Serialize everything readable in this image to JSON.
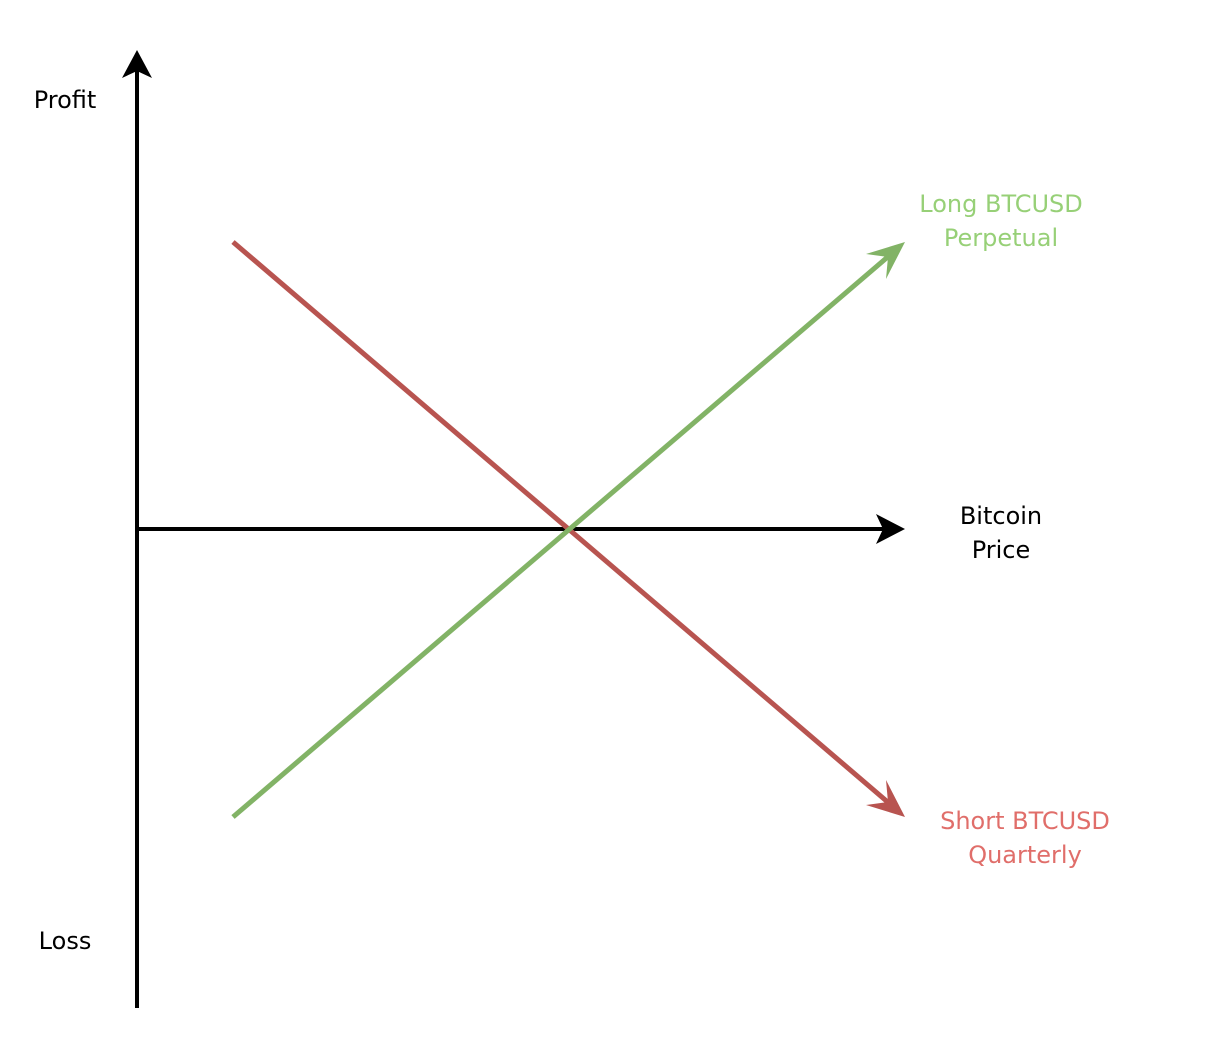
{
  "axes": {
    "y_top_label": "Profit",
    "y_bottom_label": "Loss",
    "x_label_line1": "Bitcoin",
    "x_label_line2": "Price",
    "axis_color": "#000000"
  },
  "series": [
    {
      "id": "long",
      "label_line1": "Long BTCUSD",
      "label_line2": "Perpetual",
      "line_color": "#82b366",
      "label_color": "#97d077",
      "direction": "rising"
    },
    {
      "id": "short",
      "label_line1": "Short BTCUSD",
      "label_line2": "Quarterly",
      "line_color": "#b85450",
      "label_color": "#e06e6a",
      "direction": "falling"
    }
  ]
}
